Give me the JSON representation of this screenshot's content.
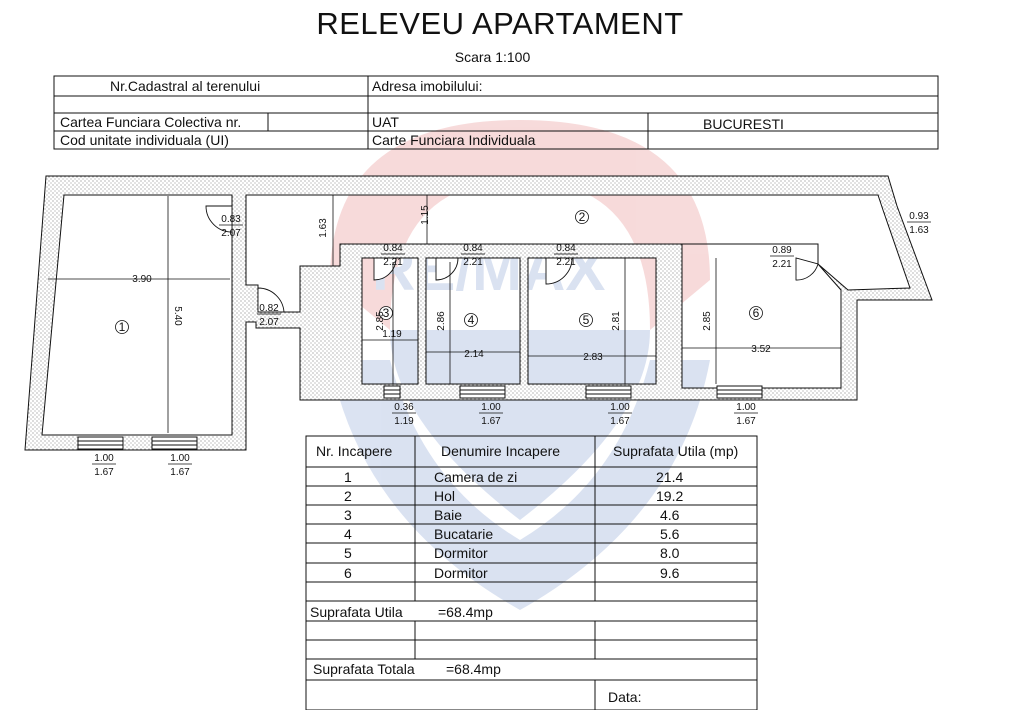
{
  "title": "RELEVEU APARTAMENT",
  "scale": "Scara 1:100",
  "header": {
    "nr_cadastral": "Nr.Cadastral al terenului",
    "adresa": "Adresa imobilului:",
    "cartea_colectiva": "Cartea Funciara Colectiva nr.",
    "uat_label": "UAT",
    "uat_value": "BUCURESTI",
    "cod_ui": "Cod unitate individuala (UI)",
    "carte_individuala": "Carte Funciara Individuala"
  },
  "plan": {
    "room_numbers": [
      "1",
      "2",
      "3",
      "4",
      "5",
      "6"
    ],
    "dimensions": {
      "r1_width": "3.90",
      "r1_length": "5.40",
      "r3_width": "1.19",
      "r3_length": "2.85",
      "r4_width": "2.14",
      "r4_length": "2.86",
      "r5_width": "2.83",
      "r5_length": "2.81",
      "r6_width": "3.52",
      "r6_length": "2.85",
      "hall_gap_a": "1.63",
      "hall_gap_b": "1.15"
    },
    "openings": {
      "door_r1": [
        "0.83",
        "2.07"
      ],
      "door_entry": [
        "0.82",
        "2.07"
      ],
      "door_r3": [
        "0.84",
        "2.21"
      ],
      "door_r4": [
        "0.84",
        "2.21"
      ],
      "door_r5": [
        "0.84",
        "2.21"
      ],
      "door_r6": [
        "0.89",
        "2.21"
      ],
      "door_hall_right": [
        "0.93",
        "1.63"
      ],
      "win_r1_a": [
        "1.00",
        "1.67"
      ],
      "win_r1_b": [
        "1.00",
        "1.67"
      ],
      "win_r3": [
        "0.36",
        "1.19"
      ],
      "win_r4": [
        "1.00",
        "1.67"
      ],
      "win_r5": [
        "1.00",
        "1.67"
      ],
      "win_r6": [
        "1.00",
        "1.67"
      ]
    }
  },
  "table": {
    "headers": [
      "Nr. Incapere",
      "Denumire Incapere",
      "Suprafata Utila (mp)"
    ],
    "rows": [
      {
        "nr": "1",
        "name": "Camera de zi",
        "area": "21.4"
      },
      {
        "nr": "2",
        "name": "Hol",
        "area": "19.2"
      },
      {
        "nr": "3",
        "name": "Baie",
        "area": "4.6"
      },
      {
        "nr": "4",
        "name": "Bucatarie",
        "area": "5.6"
      },
      {
        "nr": "5",
        "name": "Dormitor",
        "area": "8.0"
      },
      {
        "nr": "6",
        "name": "Dormitor",
        "area": "9.6"
      }
    ],
    "suprafata_utila_label": "Suprafata Utila",
    "suprafata_utila_value": "=68.4mp",
    "suprafata_totala_label": "Suprafata Totala",
    "suprafata_totala_value": "=68.4mp",
    "data_label": "Data:"
  },
  "watermark": "RE/MAX"
}
